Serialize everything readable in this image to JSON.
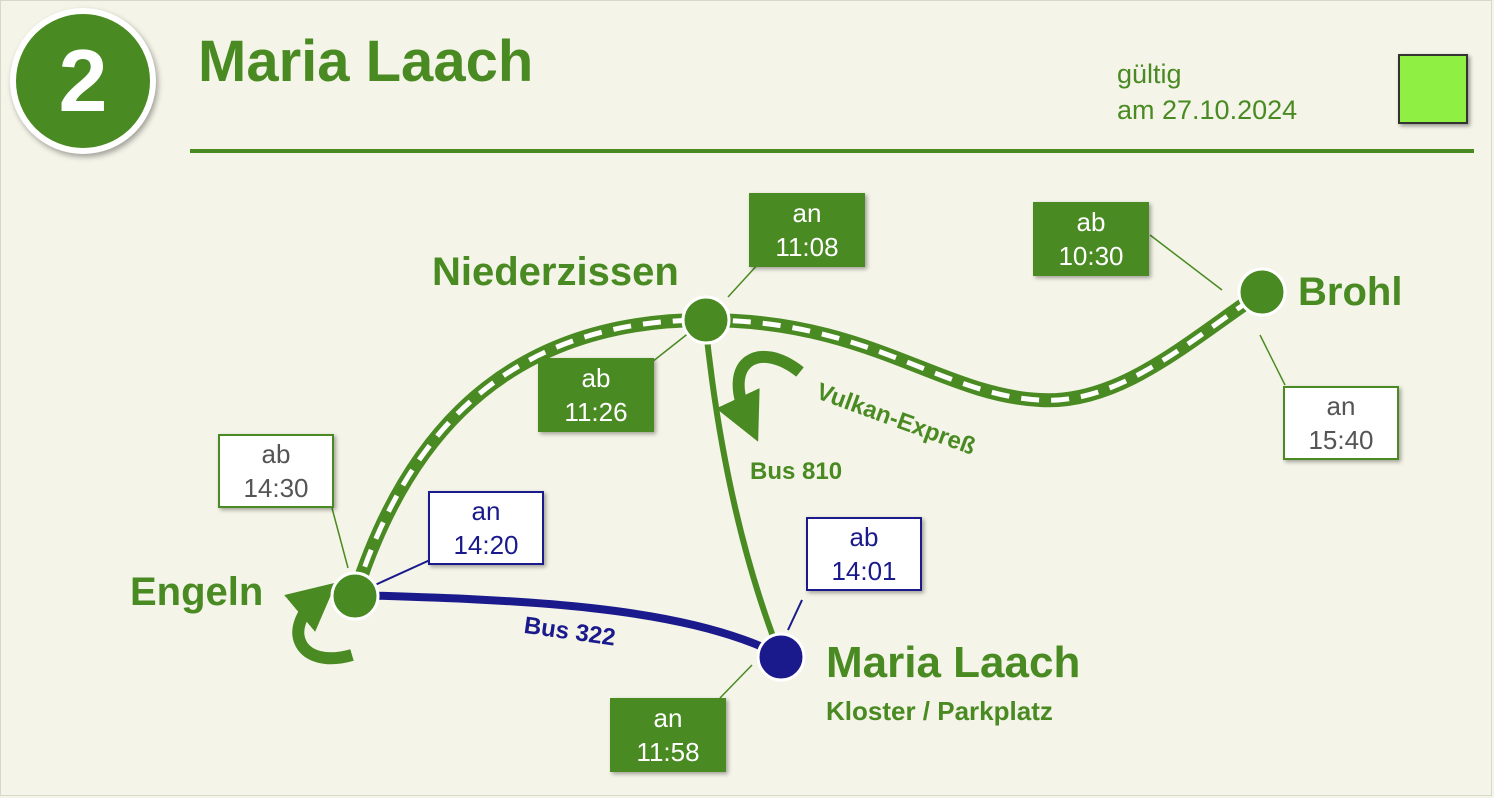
{
  "header": {
    "route_number": "2",
    "title": "Maria Laach",
    "validity_line1": "gültig",
    "validity_line2": "am 27.10.2024",
    "swatch_color": "#8ff043"
  },
  "colors": {
    "green": "#4a8a22",
    "blue": "#1a1a8c",
    "background": "#f4f4e8"
  },
  "stations": {
    "engeln": "Engeln",
    "niederzissen": "Niederzissen",
    "brohl": "Brohl",
    "maria_laach": "Maria Laach",
    "maria_laach_sub": "Kloster / Parkplatz"
  },
  "lines": {
    "vulkan": "Vulkan-Expreß",
    "bus810": "Bus 810",
    "bus322": "Bus 322"
  },
  "times": {
    "brohl_dep": {
      "kind": "ab",
      "time": "10:30"
    },
    "niederzissen_arr": {
      "kind": "an",
      "time": "11:08"
    },
    "niederzissen_dep": {
      "kind": "ab",
      "time": "11:26"
    },
    "maria_laach_arr": {
      "kind": "an",
      "time": "11:58"
    },
    "maria_laach_dep": {
      "kind": "ab",
      "time": "14:01"
    },
    "engeln_arr": {
      "kind": "an",
      "time": "14:20"
    },
    "engeln_dep": {
      "kind": "ab",
      "time": "14:30"
    },
    "brohl_arr": {
      "kind": "an",
      "time": "15:40"
    }
  }
}
